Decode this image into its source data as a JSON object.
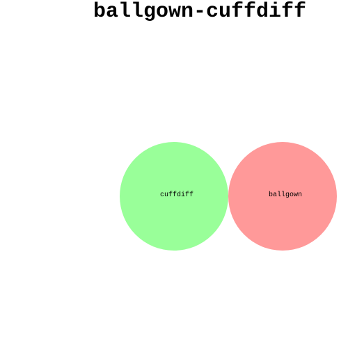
{
  "title": "ballgown-cuffdiff",
  "sets": [
    {
      "name": "cuffdiff",
      "color": "#99ff99"
    },
    {
      "name": "ballgown",
      "color": "#ff9999"
    }
  ]
}
